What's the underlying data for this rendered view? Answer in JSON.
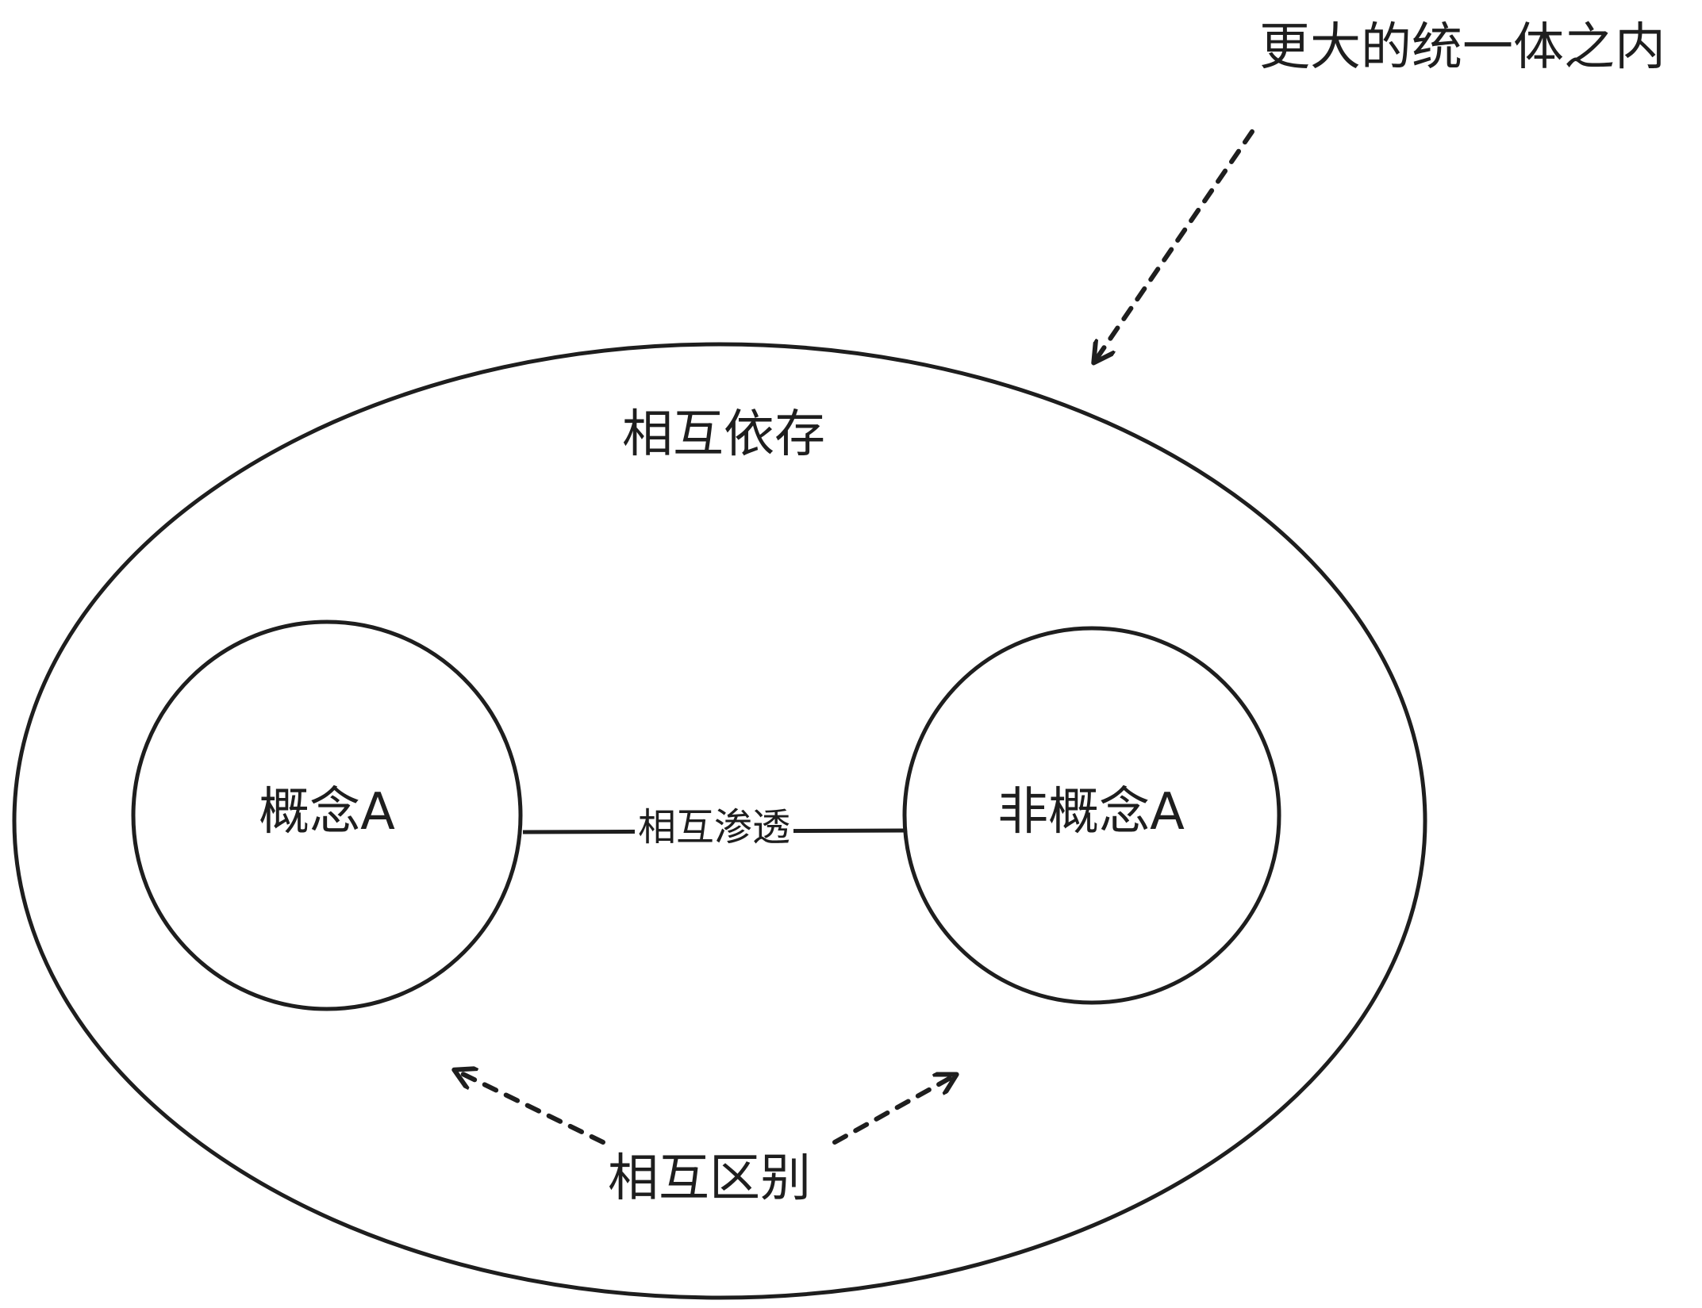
{
  "labels": {
    "outer_note": "更大的统一体之内",
    "ellipse_title": "相互依存",
    "concept_a": "概念A",
    "not_concept_a": "非概念A",
    "link_label": "相互渗透",
    "distinction": "相互区别"
  },
  "colors": {
    "stroke": "#1e1e1e",
    "background": "#ffffff"
  }
}
